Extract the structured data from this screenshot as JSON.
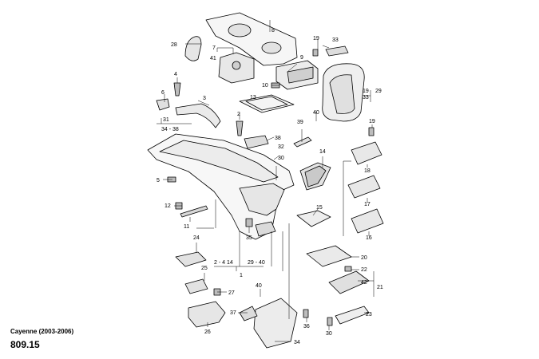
{
  "footer": {
    "model": "Cayenne (2003-2006)",
    "page_code": "809.15"
  },
  "callouts": {
    "c1": "1",
    "c2_4_14": "2 - 4 14",
    "c29_40b": "29 - 40",
    "c3": "3",
    "c4": "4",
    "c5": "5",
    "c6": "6",
    "c7": "7",
    "c8": "8",
    "c9": "9",
    "c10": "10",
    "c11": "11",
    "c12": "12",
    "c13": "13",
    "c14": "14",
    "c15": "15",
    "c16": "16",
    "c17": "17",
    "c18": "18",
    "c19a": "19",
    "c19b": "19",
    "c19c": "19",
    "c20": "20",
    "c21": "21",
    "c22": "22",
    "c23": "23",
    "c24": "24",
    "c25": "25",
    "c26": "26",
    "c27": "27",
    "c28": "28",
    "c29": "29",
    "c30a": "30",
    "c30b": "30",
    "c31": "31",
    "c32": "32",
    "c33a": "33",
    "c33b": "33",
    "c34_38": "34 - 38",
    "c34": "34",
    "c35": "35",
    "c36": "36",
    "c37": "37",
    "c38": "38",
    "c39": "39",
    "c40a": "40",
    "c40b": "40",
    "c41": "41",
    "c42": "42"
  }
}
